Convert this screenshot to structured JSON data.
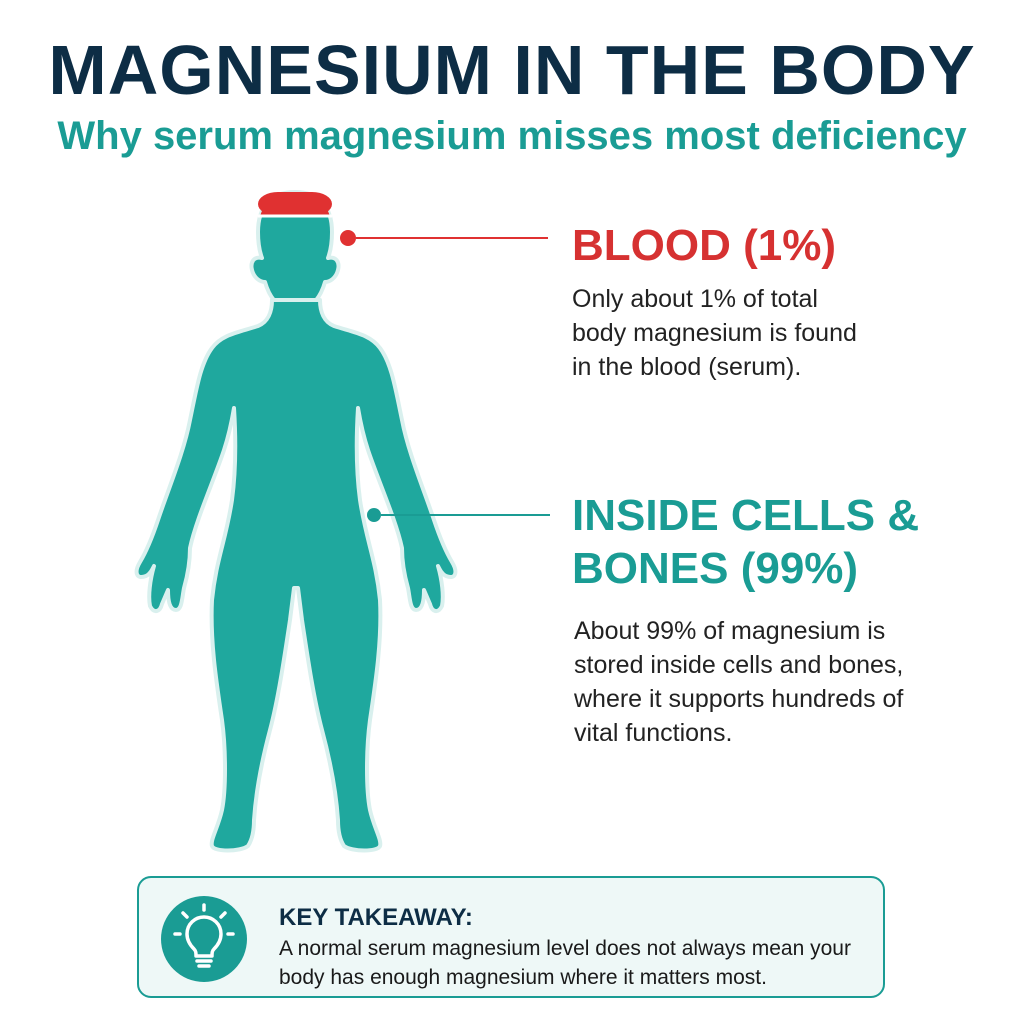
{
  "header": {
    "title": "MAGNESIUM IN THE BODY",
    "subtitle": "Why serum magnesium misses most deficiency"
  },
  "blood": {
    "heading": "BLOOD (1%)",
    "description": "Only about 1% of total body magnesium is found in the blood (serum).",
    "percent": 1,
    "color": "#d63131"
  },
  "cells_bones": {
    "heading": "INSIDE CELLS & BONES (99%)",
    "description": "About 99% of magnesium is stored inside cells and bones, where it supports hundreds of vital functions.",
    "percent": 99,
    "color": "#1a9c94"
  },
  "takeaway": {
    "heading": "KEY TAKEAWAY:",
    "body": "A normal serum magnesium level does not always mean your body has enough magnesium where it matters most.",
    "icon": "lightbulb-icon"
  },
  "colors": {
    "title": "#0d2d45",
    "accent": "#1a9c94",
    "blood": "#d63131"
  }
}
